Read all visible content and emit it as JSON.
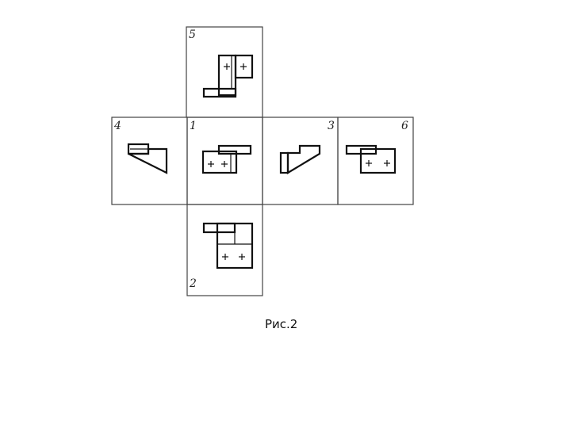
{
  "views": [
    {
      "id": "5",
      "label": "5"
    },
    {
      "id": "4",
      "label": "4"
    },
    {
      "id": "1",
      "label": "1"
    },
    {
      "id": "3",
      "label": "3"
    },
    {
      "id": "6",
      "label": "6"
    },
    {
      "id": "2",
      "label": "2"
    }
  ],
  "caption": "Рис.2"
}
